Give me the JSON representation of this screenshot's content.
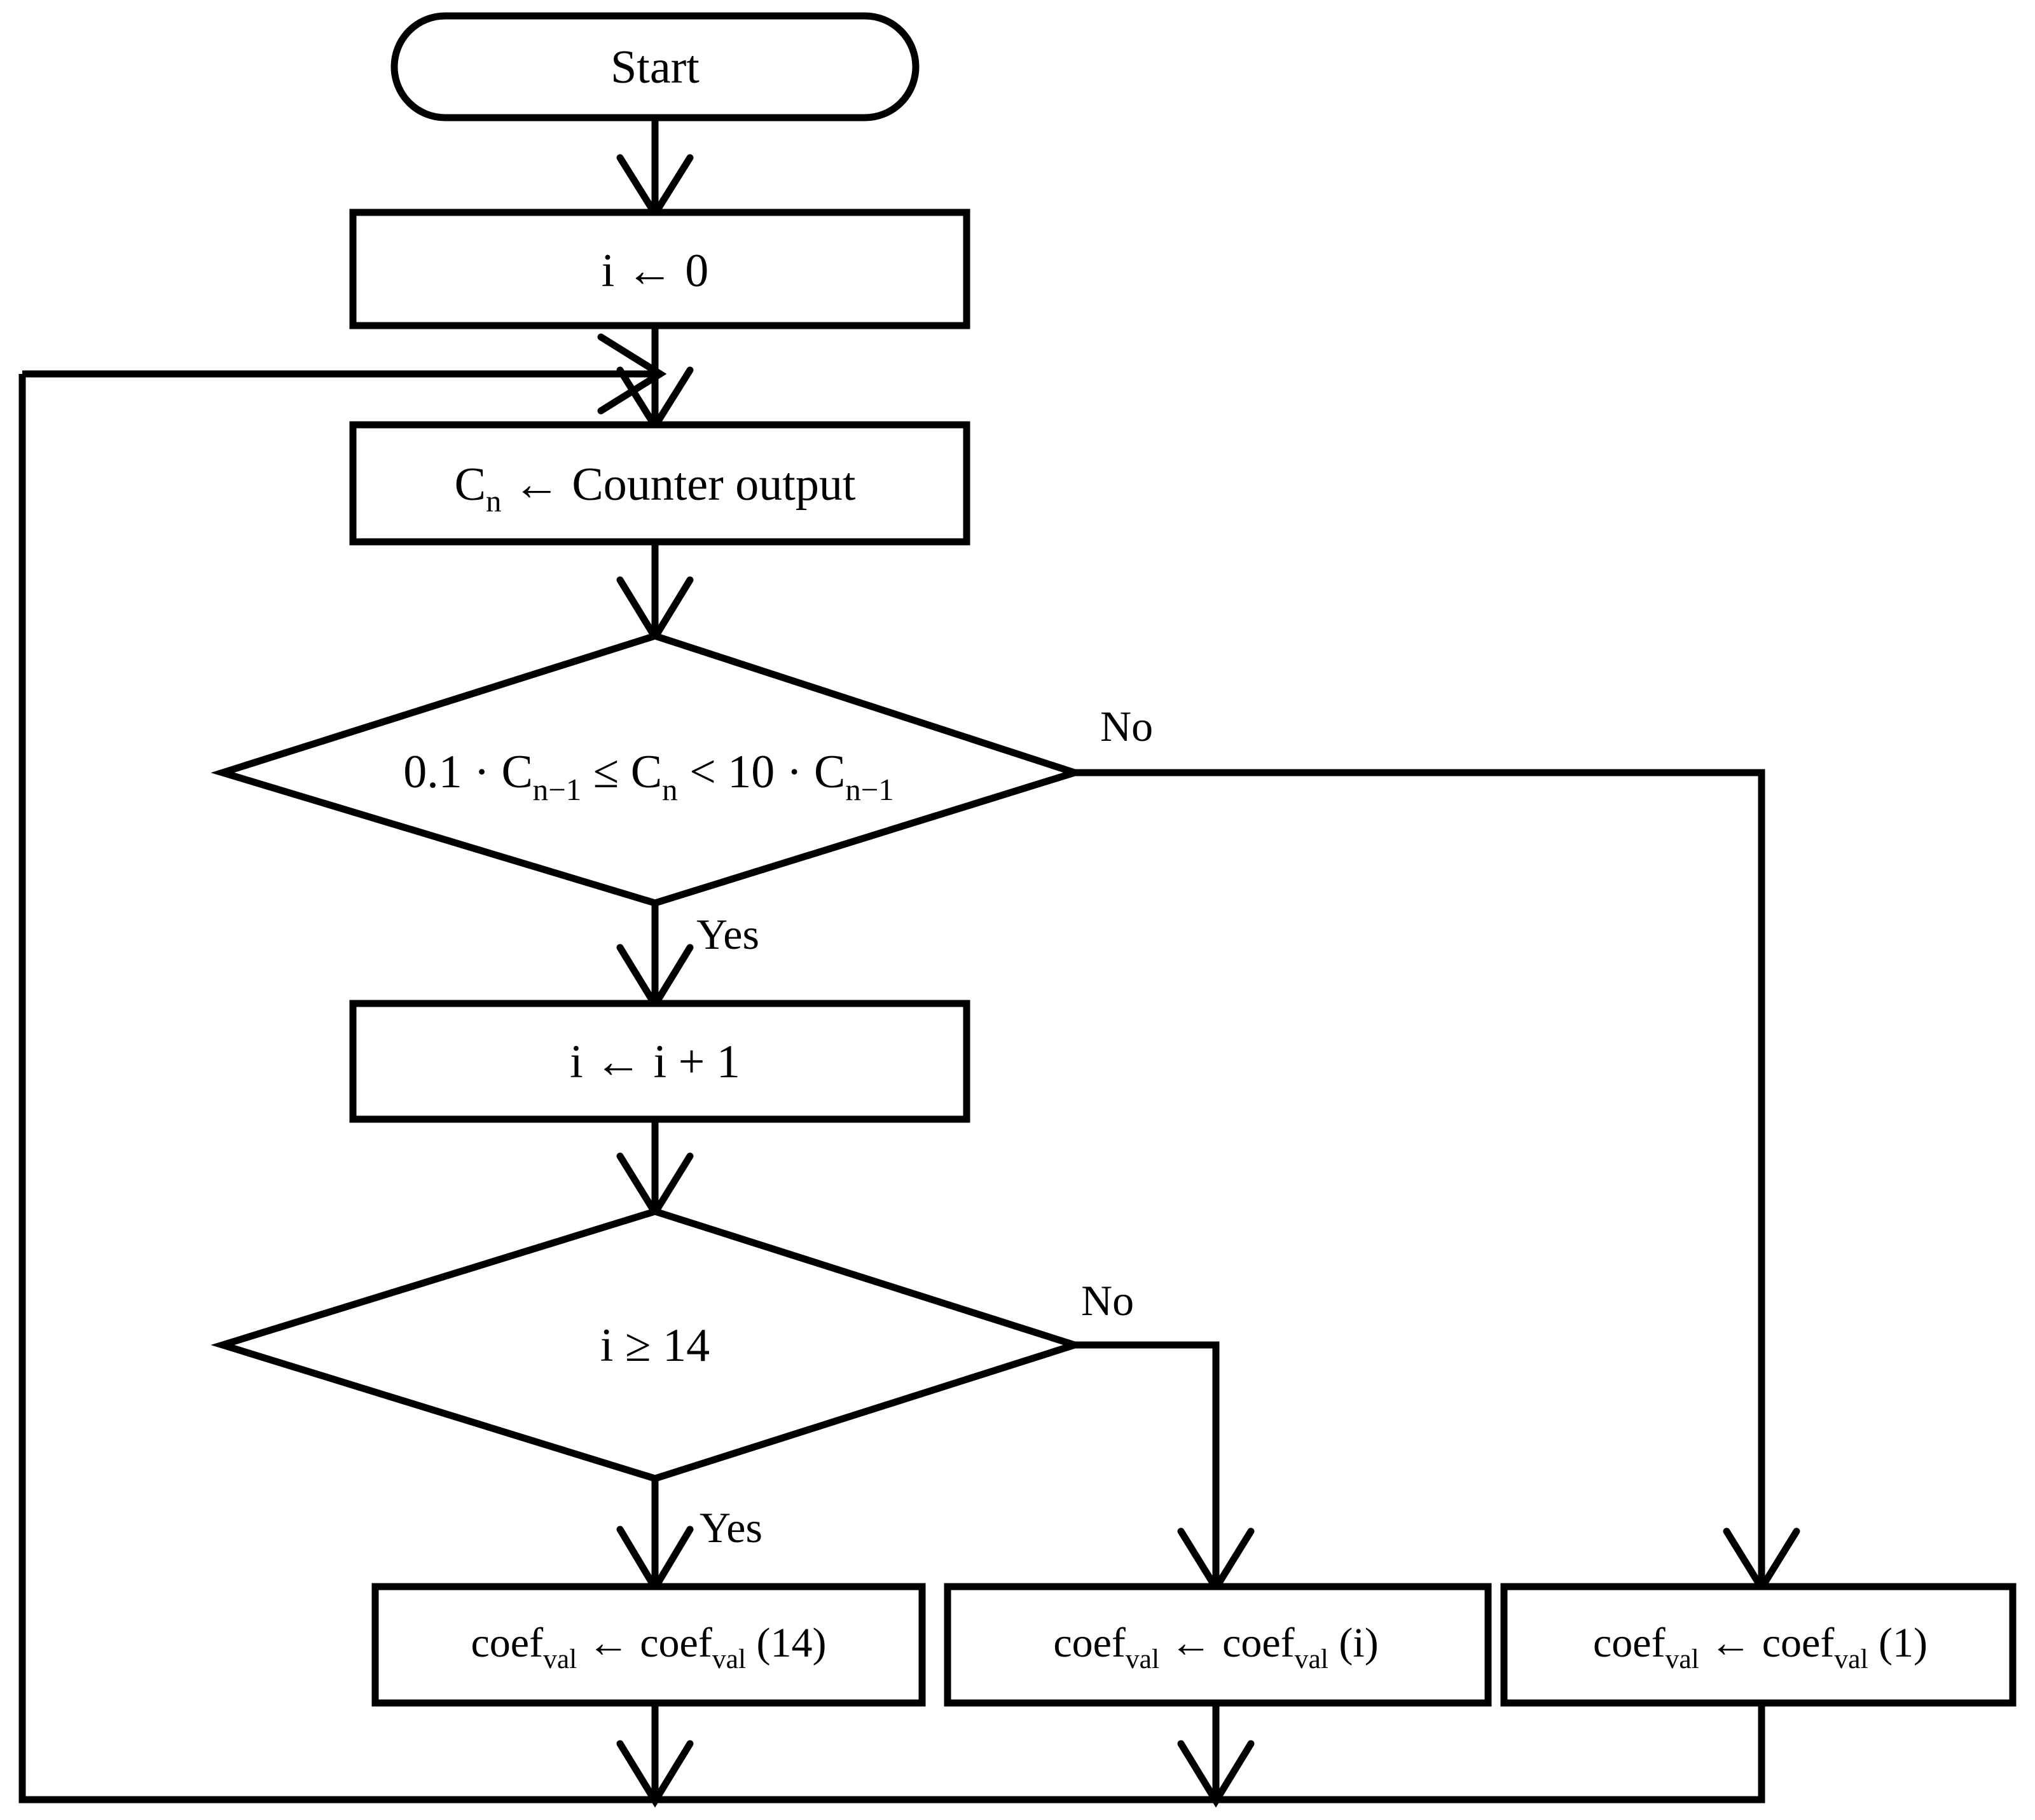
{
  "diagram": {
    "type": "flowchart",
    "title": "",
    "background_color": "#ffffff",
    "line_color": "#000000",
    "nodes": {
      "start": {
        "shape": "terminator",
        "label": "Start"
      },
      "init_i": {
        "shape": "process",
        "label": "i ← 0"
      },
      "read_counter": {
        "shape": "process",
        "label_base": "C",
        "label_sub": "n",
        "label_rest": " ← Counter output"
      },
      "range_check": {
        "shape": "decision",
        "p1": "0.1 · C",
        "p1sub": "n−1",
        "p2": " ≤ C",
        "p2sub": "n",
        "p3": " < 10 · C",
        "p3sub": "n−1",
        "full_label": "0.1 · C n−1 ≤ C n < 10 · C n−1"
      },
      "incr_i": {
        "shape": "process",
        "label": "i ← i + 1"
      },
      "i_limit": {
        "shape": "decision",
        "label": "i ≥ 14"
      },
      "coef_14": {
        "shape": "process",
        "base": "coef",
        "sub": "val",
        "mid": " ← coef",
        "arg": " (14)"
      },
      "coef_i": {
        "shape": "process",
        "base": "coef",
        "sub": "val",
        "mid": " ← coef",
        "arg": " (i)"
      },
      "coef_1": {
        "shape": "process",
        "base": "coef",
        "sub": "val",
        "mid": " ← coef",
        "arg": " (1)"
      }
    },
    "edge_labels": {
      "range_no": "No",
      "range_yes": "Yes",
      "limit_no": "No",
      "limit_yes": "Yes"
    }
  }
}
